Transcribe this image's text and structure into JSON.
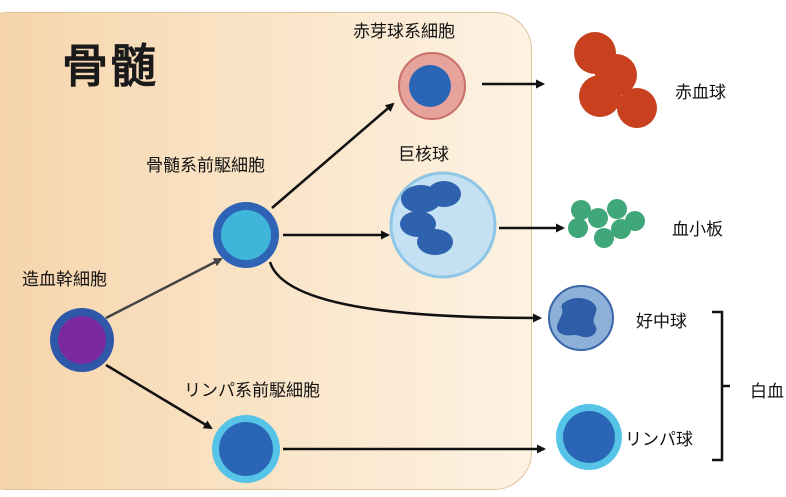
{
  "title": "骨髄",
  "labels": {
    "hsc": "造血幹細胞",
    "myeloid_progenitor": "骨髄系前駆細胞",
    "lymphoid_progenitor": "リンパ系前駆細胞",
    "erythroblast": "赤芽球系細胞",
    "megakaryocyte": "巨核球",
    "rbc": "赤血球",
    "platelet": "血小板",
    "neutrophil": "好中球",
    "lymphocyte": "リンパ球",
    "wbc": "白血"
  },
  "colors": {
    "hsc_fill": "#7a2a9e",
    "progenitor_fill": "#3fb5d9",
    "cell_blue": "#2a66b5",
    "erythro_ring": "#e6a39b",
    "rbc": "#c8401e",
    "platelet": "#3fa77a",
    "mega_body": "#c4e1f3"
  }
}
